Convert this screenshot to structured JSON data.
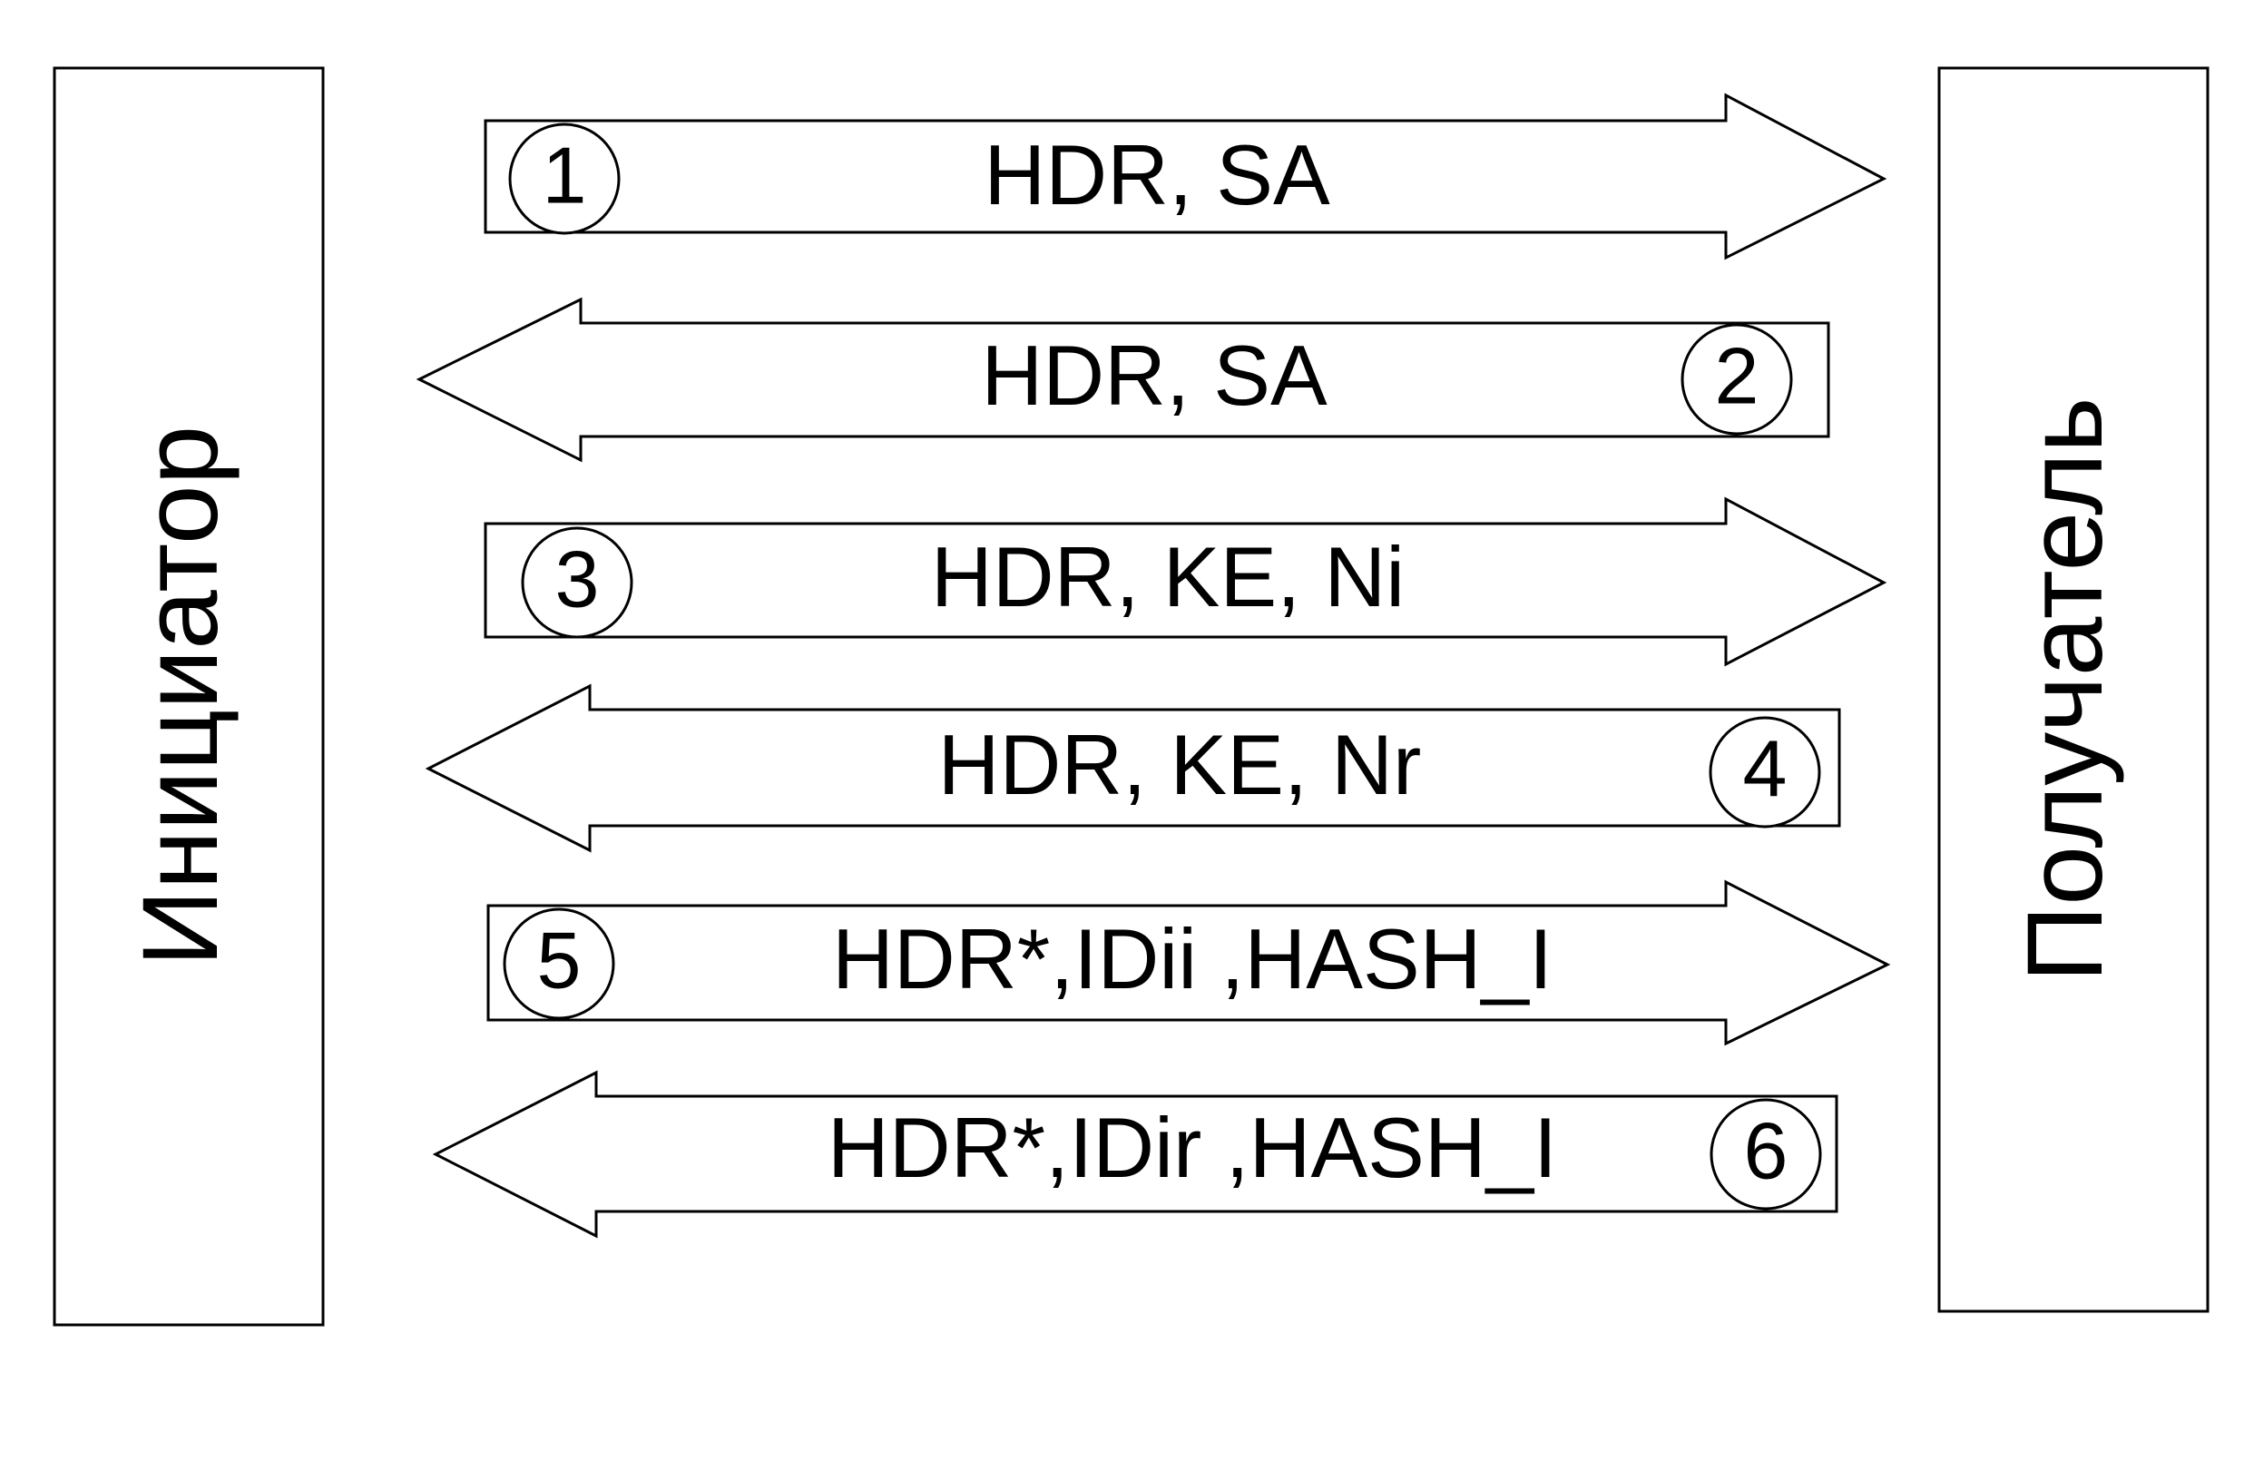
{
  "parties": {
    "initiator": "Инициатор",
    "responder": "Получатель"
  },
  "messages": [
    {
      "step": "1",
      "text": "HDR, SA",
      "direction": "right"
    },
    {
      "step": "2",
      "text": "HDR, SA",
      "direction": "left"
    },
    {
      "step": "3",
      "text": "HDR, KE, Ni",
      "direction": "right"
    },
    {
      "step": "4",
      "text": "HDR, KE, Nr",
      "direction": "left"
    },
    {
      "step": "5",
      "text": "HDR*,IDii ,HASH_I",
      "direction": "right"
    },
    {
      "step": "6",
      "text": "HDR*,IDir ,HASH_I",
      "direction": "left"
    }
  ]
}
